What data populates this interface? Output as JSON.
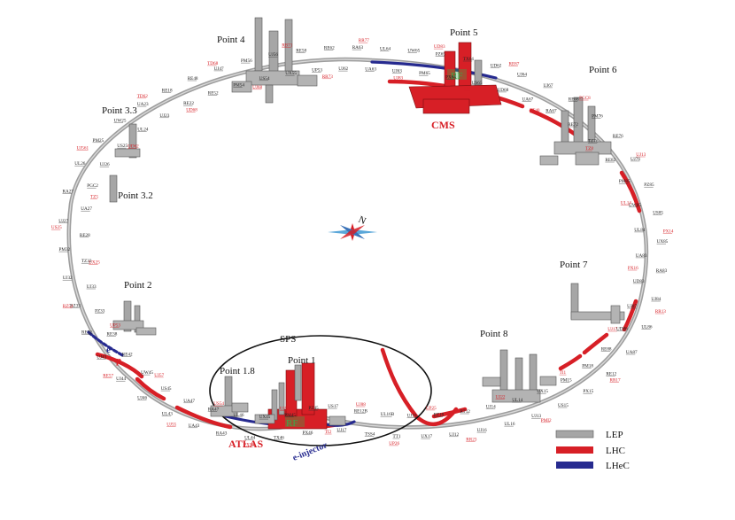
{
  "points": {
    "p1": "Point 1",
    "p18": "Point 1.8",
    "p2": "Point 2",
    "p32": "Point 3.2",
    "p33": "Point 3.3",
    "p4": "Point 4",
    "p5": "Point 5",
    "p6": "Point 6",
    "p7": "Point 7",
    "p8": "Point 8"
  },
  "experiments": {
    "cms": "CMS",
    "atlas": "ATLAS"
  },
  "sps": "SPS",
  "injector": "e-injector",
  "rf_label": "RF",
  "beam_letters": {
    "e": "e",
    "p": "p"
  },
  "compass": "N",
  "legend": [
    {
      "label": "LEP",
      "color": "#a6a6a6"
    },
    {
      "label": "LHC",
      "color": "#d71f26"
    },
    {
      "label": "LHeC",
      "color": "#262a8f"
    }
  ],
  "labels_black": [
    "PZ45",
    "PX46",
    "PM45",
    "TX46",
    "UX45",
    "UL44",
    "UL46",
    "RA43",
    "RA47",
    "UA43",
    "UA47",
    "UL43",
    "US45",
    "UJ46",
    "UW45",
    "UJ44",
    "RE42",
    "UJ43",
    "RE38",
    "RE32",
    "PZ33",
    "RZ33",
    "UJ33",
    "UJ32",
    "TZ32",
    "PM32",
    "RE28",
    "UJ27",
    "UA27",
    "RA27",
    "PGC2",
    "UL26",
    "UJ26",
    "PM25",
    "US25",
    "UW25",
    "UL24",
    "UA23",
    "UJ23",
    "RE18",
    "RE22",
    "RE48",
    "RE52",
    "UJ47",
    "PM54",
    "PM56",
    "US54",
    "UJ56",
    "UX55",
    "RE58",
    "UP53",
    "RE62",
    "UJ62",
    "RA63",
    "UA63",
    "UL64",
    "UJ63",
    "UW65",
    "PM65",
    "PZ65",
    "PX64",
    "TX64",
    "US65",
    "UD62",
    "UD68",
    "UJ64",
    "UA67",
    "UJ67",
    "RA67",
    "RE68",
    "RE72",
    "PM76",
    "TZ76",
    "RE76",
    "RE82",
    "UJ76",
    "PM85",
    "PZ85",
    "UW85",
    "US85",
    "UL84",
    "UX85",
    "UA83",
    "RA83",
    "UD83",
    "UJ84",
    "UJ87",
    "UL86",
    "UD86",
    "UA87",
    "RE88",
    "RE12",
    "PM18",
    "PX15",
    "PM15",
    "US15",
    "UX15",
    "UJ13",
    "UL14",
    "UL16",
    "UJ14",
    "UJ16",
    "RT12",
    "UJ12",
    "RT18",
    "UX17",
    "UJ18",
    "TT1",
    "UL16B",
    "TSS4",
    "RE12B",
    "UJ17",
    "US17"
  ],
  "labels_red": [
    "UJ53",
    "PX56",
    "US54",
    "UJ55",
    "UJ57",
    "RE57",
    "UP53",
    "RZ54",
    "UX25",
    "US25",
    "TZ5",
    "UJ561",
    "UD62",
    "TD62",
    "UD68",
    "TD68",
    "UJ68",
    "RB71",
    "RR73",
    "RR77",
    "UJ83",
    "UD83",
    "TI8",
    "RE87",
    "TT40",
    "PGC8",
    "TZ8",
    "UJ13",
    "UL14",
    "PX14",
    "PX16",
    "RR13",
    "UJ17",
    "RR17",
    "TI1",
    "PMI2",
    "UJ22",
    "RR23",
    "UP25",
    "UP26",
    "UJ88",
    "TI2"
  ]
}
